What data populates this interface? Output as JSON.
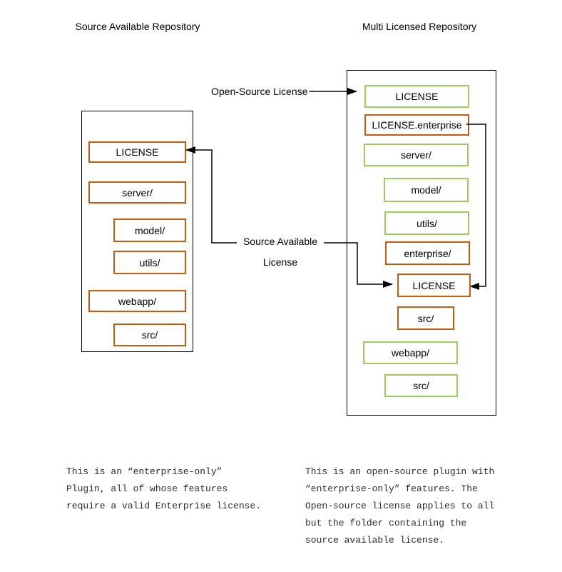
{
  "colors": {
    "orange": "#C55A11",
    "green": "#9ACD5A",
    "line": "#000000"
  },
  "left_repo": {
    "title": "Source Available Repository",
    "items": [
      {
        "label": "LICENSE",
        "color": "orange"
      },
      {
        "label": "server/",
        "color": "orange"
      },
      {
        "label": "model/",
        "color": "orange"
      },
      {
        "label": "utils/",
        "color": "orange"
      },
      {
        "label": "webapp/",
        "color": "orange"
      },
      {
        "label": "src/",
        "color": "orange"
      }
    ],
    "note_lines": [
      "This is an “enterprise-only”",
      "Plugin, all of whose features",
      "require a valid Enterprise license."
    ]
  },
  "right_repo": {
    "title": "Multi Licensed Repository",
    "items": [
      {
        "label": "LICENSE",
        "color": "green"
      },
      {
        "label": "LICENSE.enterprise",
        "color": "orange"
      },
      {
        "label": "server/",
        "color": "green"
      },
      {
        "label": "model/",
        "color": "green"
      },
      {
        "label": "utils/",
        "color": "green"
      },
      {
        "label": "enterprise/",
        "color": "orange"
      },
      {
        "label": "LICENSE",
        "color": "orange"
      },
      {
        "label": "src/",
        "color": "orange"
      },
      {
        "label": "webapp/",
        "color": "green"
      },
      {
        "label": "src/",
        "color": "green"
      }
    ],
    "note_lines": [
      "This is an open-source plugin with",
      "“enterprise-only” features. The",
      "Open-source license applies to all",
      "but the folder containing the",
      "source available license."
    ]
  },
  "connector_labels": {
    "open_source": "Open-Source License",
    "source_available_line1": "Source Available",
    "source_available_line2": "License"
  }
}
